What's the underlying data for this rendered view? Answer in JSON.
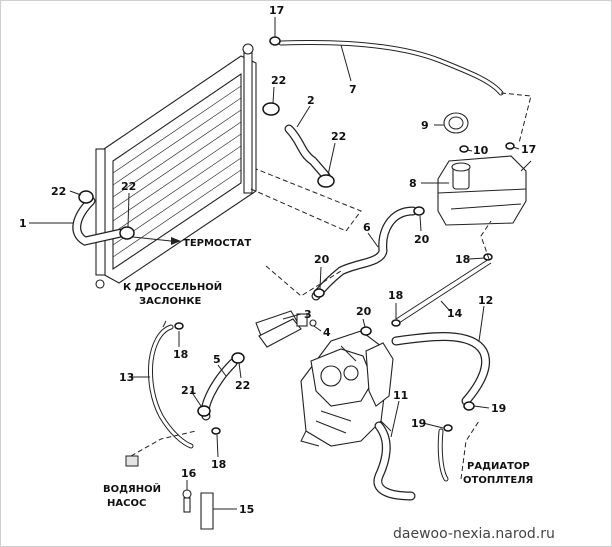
{
  "labels": {
    "part_numbers": {
      "n17_top": "17",
      "n7": "7",
      "n22_a": "22",
      "n2": "2",
      "n22_b": "22",
      "n9": "9",
      "n10": "10",
      "n17_right": "17",
      "n22_c": "22",
      "n22_d": "22",
      "n8": "8",
      "n1": "1",
      "n6": "6",
      "n20_a": "20",
      "n20_b": "20",
      "n18_a": "18",
      "n20_c": "20",
      "n18_b": "18",
      "n12": "12",
      "n3": "3",
      "n14": "14",
      "n4": "4",
      "n18_c": "18",
      "n5": "5",
      "n13": "13",
      "n21": "21",
      "n22_e": "22",
      "n11": "11",
      "n19_a": "19",
      "n19_b": "19",
      "n18_d": "18",
      "n16": "16",
      "n15": "15"
    },
    "captions": {
      "thermostat": "ТЕРМОСТАТ",
      "throttle_line1": "К ДРОССЕЛЬНОЙ",
      "throttle_line2": "ЗАСЛОНКЕ",
      "heater_line1": "РАДИАТОР",
      "heater_line2": "ОТОПЛТЕЛЯ",
      "pump_line1": "ВОДЯНОЙ",
      "pump_line2": "НАСОС"
    },
    "watermark": "daewoo-nexia.narod.ru"
  }
}
